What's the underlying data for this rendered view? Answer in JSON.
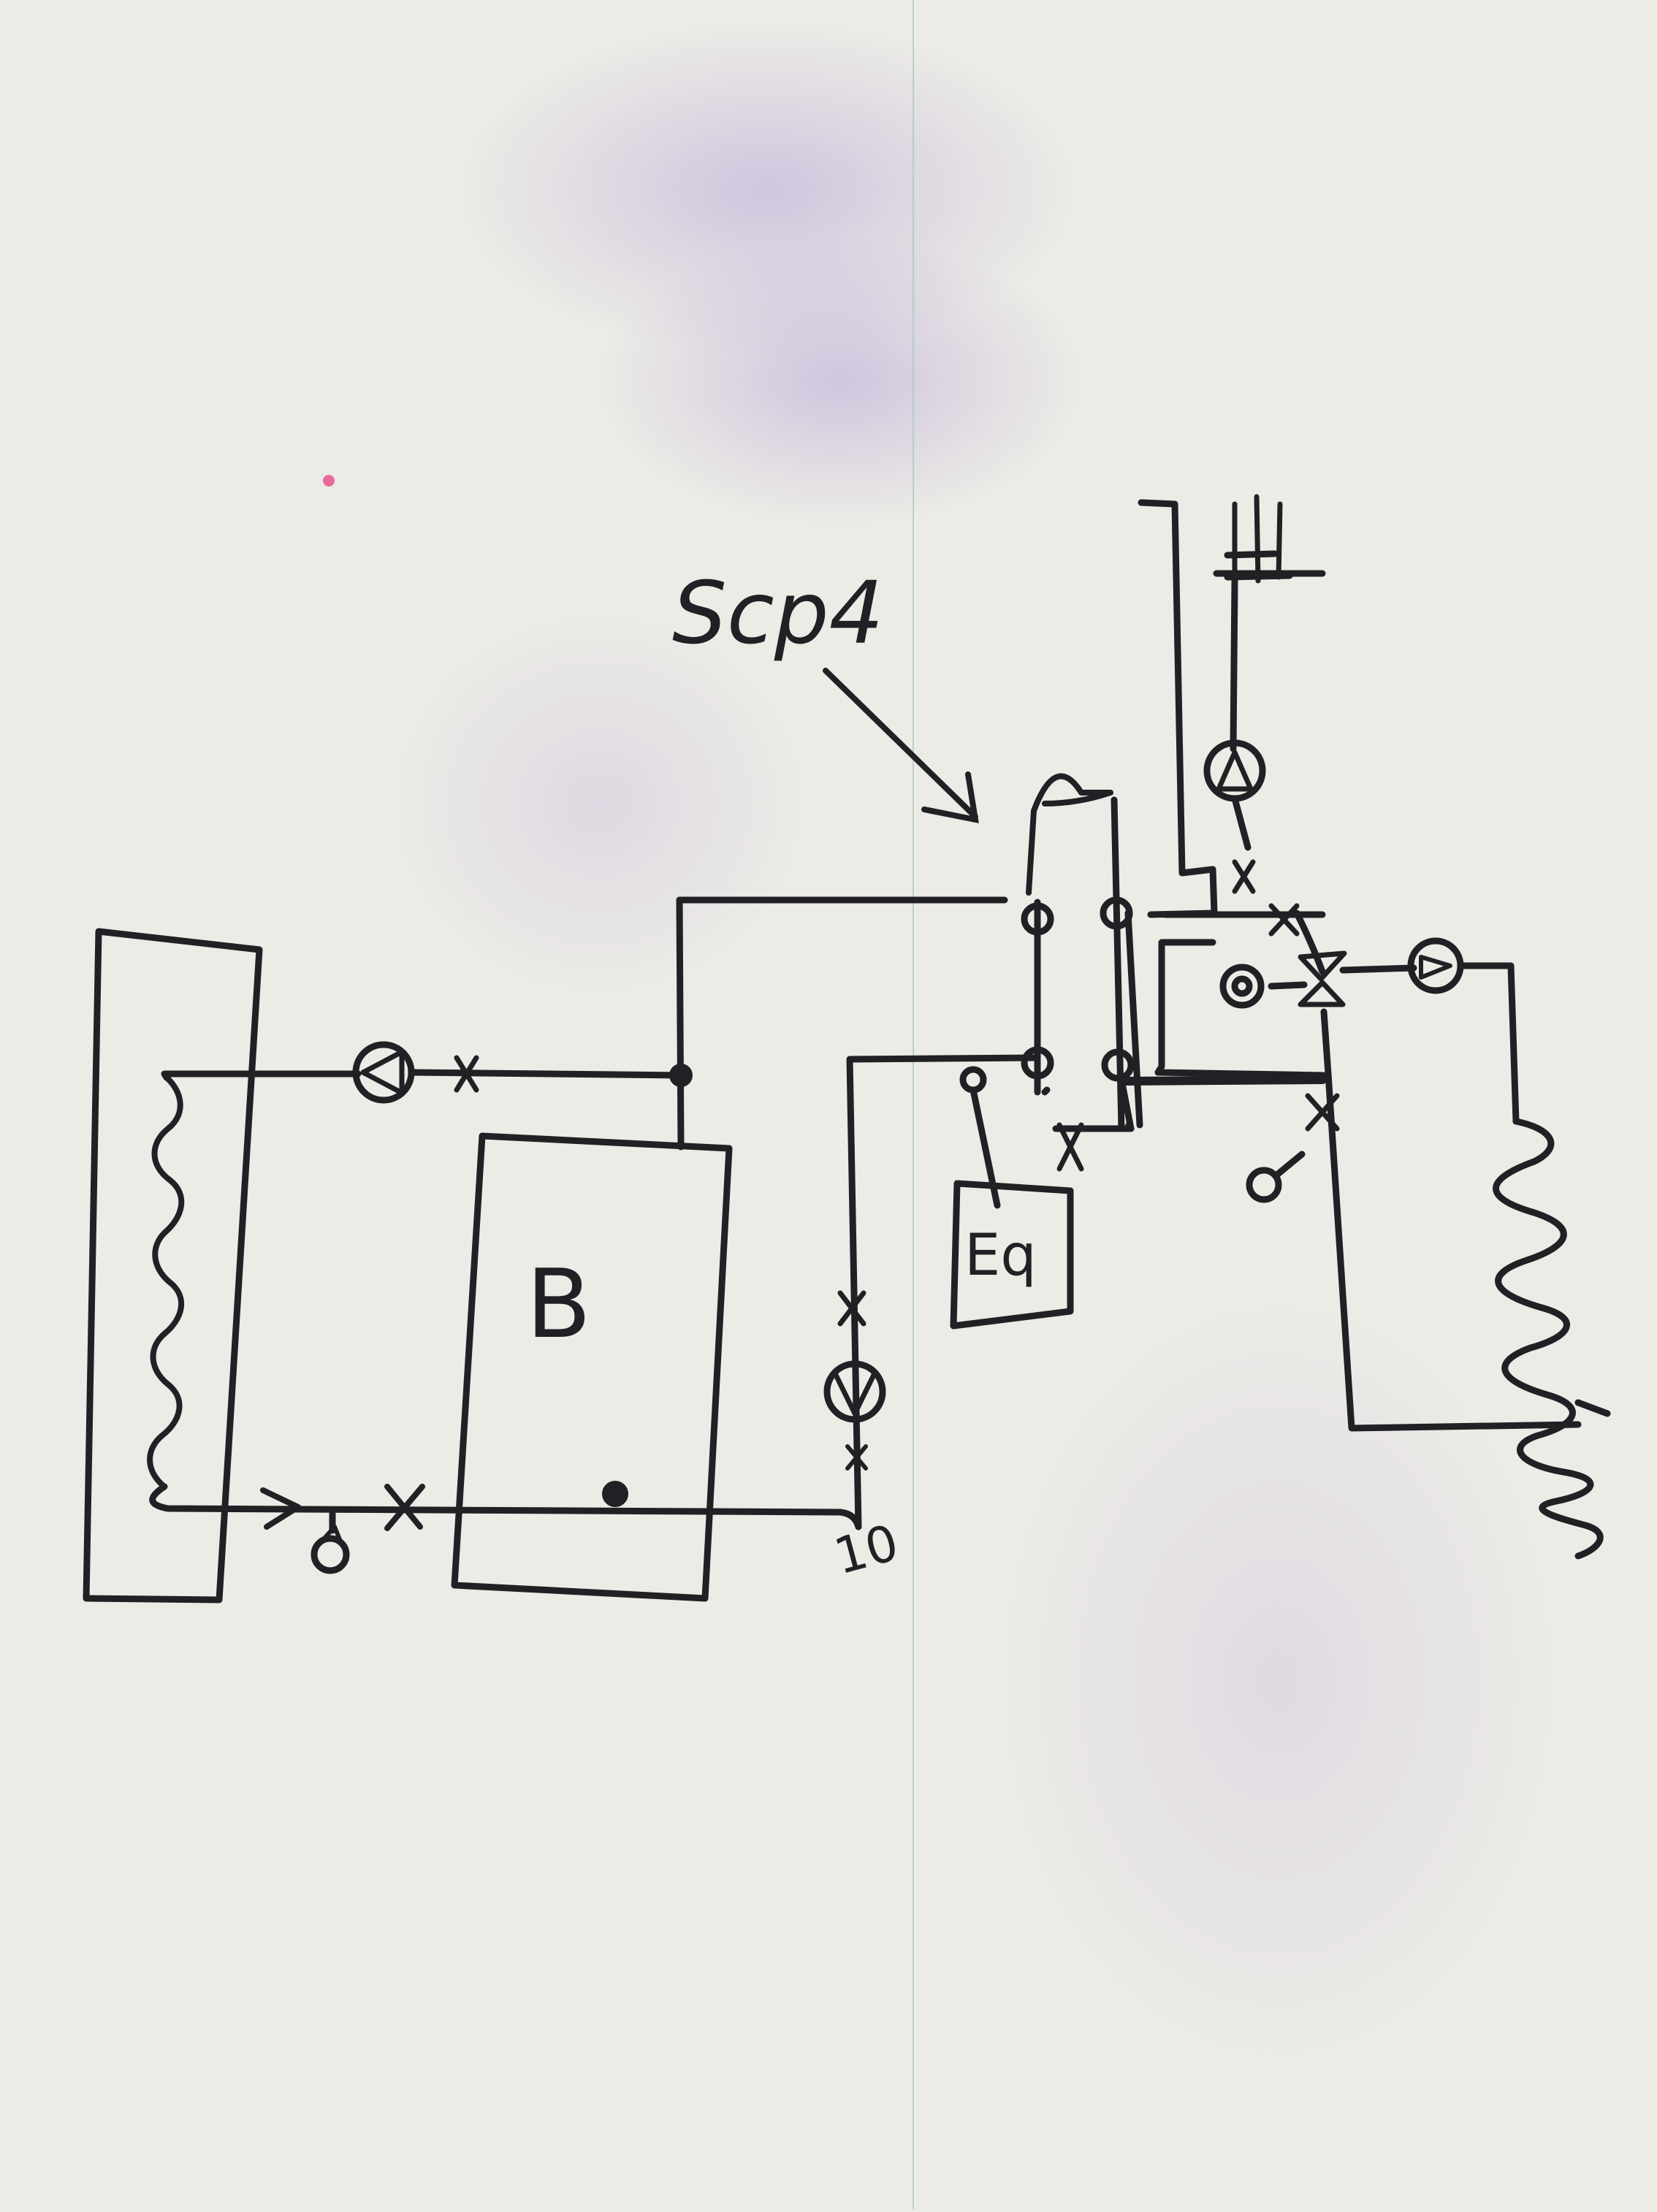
{
  "labels": {
    "scp": "Scp4",
    "boiler": "B",
    "expansion": "Eq",
    "pressure": "10"
  },
  "colors": {
    "paper": "#ecebe6",
    "ink": "#1f2124",
    "stain": "#b9a6d8"
  },
  "icons": [
    "pump-icon",
    "valve-icon",
    "radiator-icon",
    "solar-collector-icon",
    "safety-valve-icon",
    "thermometer-icon"
  ]
}
